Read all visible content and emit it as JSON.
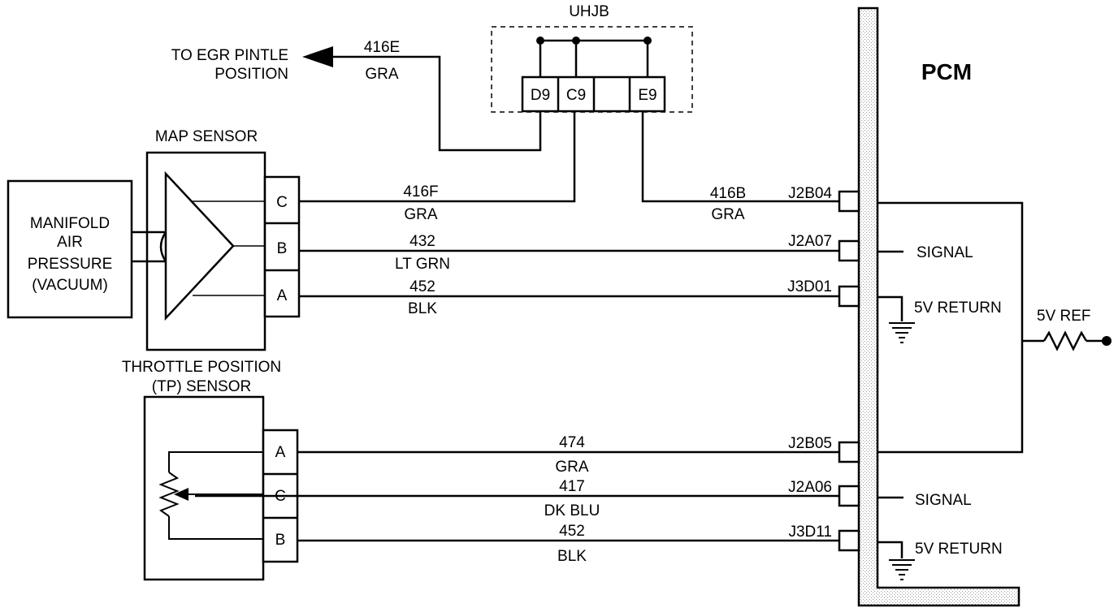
{
  "uhjb": {
    "title": "UHJB",
    "pins": [
      "D9",
      "C9",
      "E9"
    ]
  },
  "egr": {
    "line1": "TO EGR PINTLE",
    "line2": "POSITION",
    "circuit": "416E",
    "color": "GRA"
  },
  "map_sensor": {
    "title": "MAP SENSOR",
    "pins": [
      "C",
      "B",
      "A"
    ],
    "source_line1": "MANIFOLD",
    "source_line2": "AIR",
    "source_line3": "PRESSURE",
    "source_line4": "(VACUUM)"
  },
  "tp_sensor": {
    "title_line1": "THROTTLE POSITION",
    "title_line2": "(TP) SENSOR",
    "pins": [
      "A",
      "C",
      "B"
    ]
  },
  "wires": {
    "map_c": {
      "circuit": "416F",
      "color": "GRA"
    },
    "uhjb_e9": {
      "circuit": "416B",
      "color": "GRA"
    },
    "map_b": {
      "circuit": "432",
      "color": "LT GRN"
    },
    "map_a": {
      "circuit": "452",
      "color": "BLK"
    },
    "tp_a": {
      "circuit": "474",
      "color": "GRA"
    },
    "tp_c": {
      "circuit": "417",
      "color": "DK BLU"
    },
    "tp_b": {
      "circuit": "452",
      "color": "BLK"
    }
  },
  "pcm": {
    "title": "PCM",
    "terminals": [
      "J2B04",
      "J2A07",
      "J3D01",
      "J2B05",
      "J2A06",
      "J3D11"
    ],
    "signal1": "SIGNAL",
    "return1": "5V RETURN",
    "signal2": "SIGNAL",
    "return2": "5V RETURN",
    "ref": "5V REF"
  }
}
